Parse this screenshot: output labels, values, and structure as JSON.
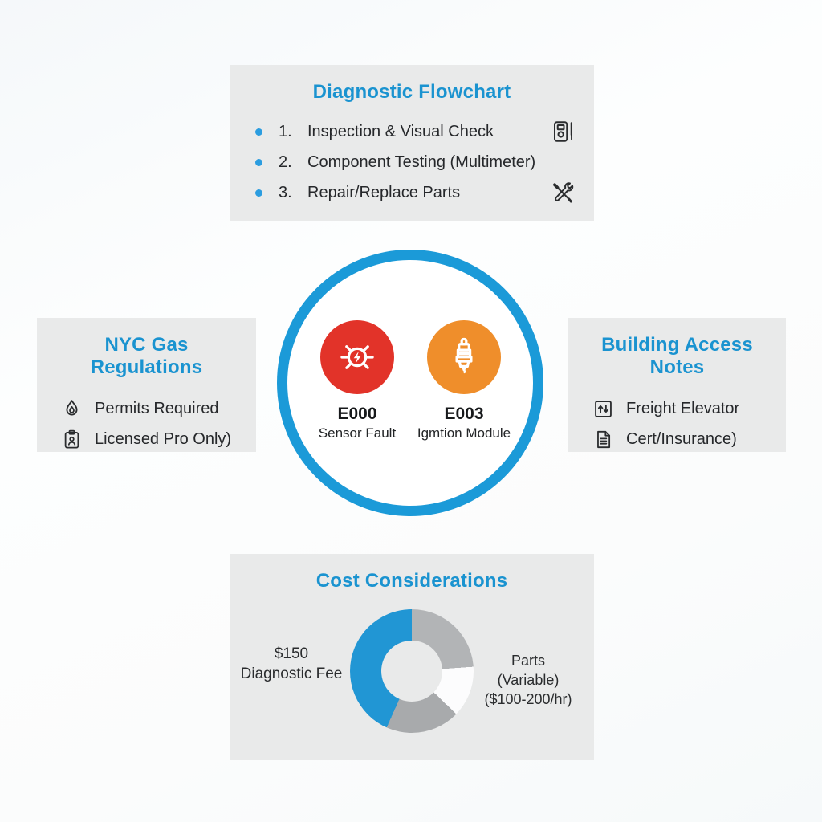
{
  "palette": {
    "accent_blue": "#1a93d0",
    "hub_ring_blue": "#1b9ad8",
    "bullet_blue": "#2b9de0",
    "panel_gray": "#e9eaea",
    "fault_red": "#e23329",
    "fault_orange": "#ef8e2b",
    "text_dark": "#26282b"
  },
  "flowchart_panel": {
    "title": "Diagnostic Flowchart",
    "items": [
      {
        "number": "1.",
        "label": "Inspection & Visual Check",
        "icon": "multimeter-icon"
      },
      {
        "number": "2.",
        "label": "Component Testing (Multimeter)",
        "icon": ""
      },
      {
        "number": "3.",
        "label": "Repair/Replace Parts",
        "icon": "tools-icon"
      }
    ]
  },
  "regulations_panel": {
    "title": "NYC Gas Regulations",
    "items": [
      {
        "icon": "flame-icon",
        "label": "Permits Required"
      },
      {
        "icon": "license-badge-icon",
        "label": "Licensed Pro Only)"
      }
    ]
  },
  "access_panel": {
    "title": "Building Access Notes",
    "items": [
      {
        "icon": "freight-elevator-icon",
        "label": "Freight Elevator"
      },
      {
        "icon": "certificate-document-icon",
        "label": "Cert/Insurance)"
      }
    ]
  },
  "hub": {
    "fault_codes": [
      {
        "code": "E000",
        "label": "Sensor Fault",
        "icon": "sensor-warning-icon",
        "color": "#e23329"
      },
      {
        "code": "E003",
        "label": "Igmtion Module",
        "icon": "spark-plug-icon",
        "color": "#ef8e2b"
      }
    ]
  },
  "cost_panel": {
    "title": "Cost Considerations",
    "left_label_lines": [
      "$150",
      "Diagnostic Fee"
    ],
    "right_label_lines": [
      "Parts",
      "(Variable)",
      "($100-200/hr)"
    ],
    "chart_data": {
      "type": "pie",
      "subtype": "donut",
      "title": "Cost Considerations",
      "legend_position": "none",
      "labels_outside": true,
      "slices": [
        {
          "label": "parts-gray-upper",
          "color": "#b2b4b6",
          "start_deg": 0,
          "end_deg": 86,
          "value_pct": 23.9
        },
        {
          "label": "parts-white",
          "color": "#fcfcfd",
          "start_deg": 86,
          "end_deg": 134,
          "value_pct": 13.3
        },
        {
          "label": "parts-gray-lower",
          "color": "#a8aaac",
          "start_deg": 134,
          "end_deg": 204,
          "value_pct": 19.5
        },
        {
          "label": "diagnostic-fee",
          "color": "#2196d4",
          "start_deg": 204,
          "end_deg": 360,
          "value_pct": 43.3
        }
      ],
      "callouts": [
        {
          "text": "$150 Diagnostic Fee",
          "side": "left",
          "refers_to": "diagnostic-fee"
        },
        {
          "text": "Parts (Variable) ($100-200/hr)",
          "side": "right",
          "refers_to": "parts segments"
        }
      ]
    }
  }
}
